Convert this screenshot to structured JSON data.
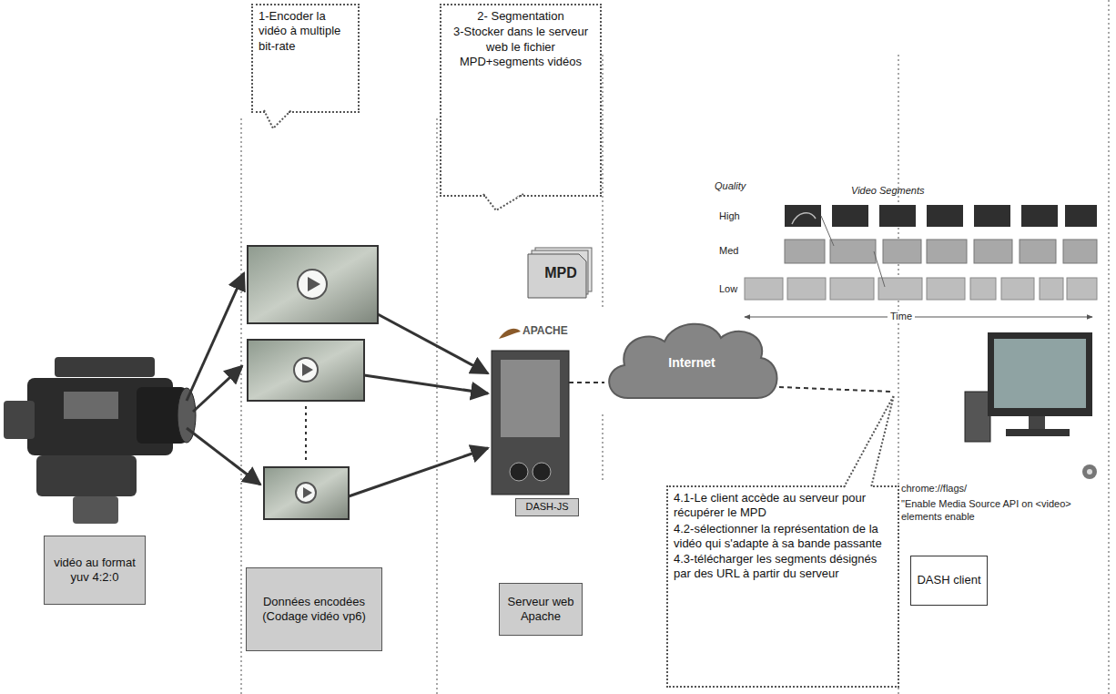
{
  "diagram": {
    "nodes": [
      {
        "text": [
          "1-Encoder la vidéo à multiple bit-rate"
        ]
      },
      {
        "text": [
          "2- Segmentation",
          "3-Stocker dans le serveur web le fichier MPD+segments vidéos"
        ]
      },
      {
        "text": [
          "MPD"
        ]
      },
      {
        "text": [
          "Internet"
        ]
      },
      {
        "text": [
          "4.1-Le client accède au serveur pour récupérer le MPD",
          "4.2-sélectionner la représentation de la vidéo qui s'adapte à sa bande passante",
          "4.3-télécharger les segments désignés par des URL à partir du serveur"
        ]
      },
      {
        "text": [
          "vidéo au format yuv 4:2:0"
        ]
      },
      {
        "text": [
          "Données encodées (Codage vidéo vp6)"
        ]
      },
      {
        "text": [
          "DASH-JS"
        ]
      },
      {
        "text": [
          "Serveur web Apache"
        ]
      },
      {
        "text": [
          "DASH client"
        ]
      }
    ],
    "labels": [
      "APACHE",
      "Quality",
      "Video Segments",
      "High",
      "Med",
      "Low",
      "Time",
      "chrome://flags/",
      "\"Enable Media Source API on <video> elements enable"
    ]
  }
}
